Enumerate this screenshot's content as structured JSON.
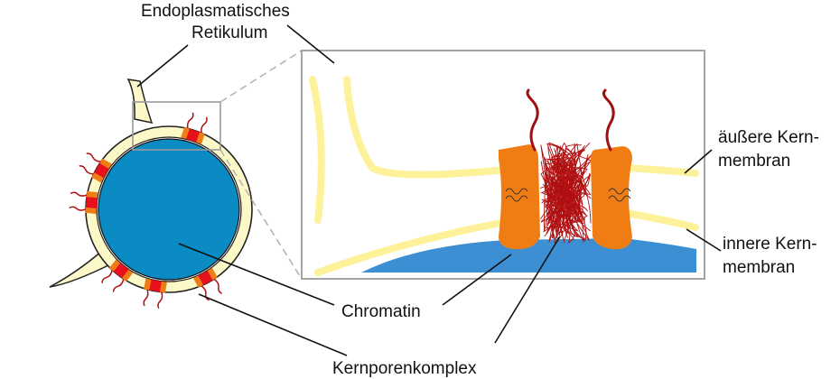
{
  "labels": {
    "er_line1": "Endoplasmatisches",
    "er_line2": "Retikulum",
    "outer_line1": "äußere Kern-",
    "outer_line2": "membran",
    "inner_line1": "innere Kern-",
    "inner_line2": "membran",
    "chromatin": "Chromatin",
    "npc": "Kernporenkomplex"
  },
  "colors": {
    "nucleus": "#0a8bc4",
    "chromatin_zoom": "#3d8fd3",
    "membrane_fill": "#fdf8c8",
    "membrane_stroke": "#222222",
    "er_zoom": "#fdf29a",
    "pore_orange": "#f07d14",
    "pore_red": "#e8101a",
    "fibril": "#b01010",
    "zoom_frame": "#9a9a9a",
    "leader_line": "#111111"
  }
}
